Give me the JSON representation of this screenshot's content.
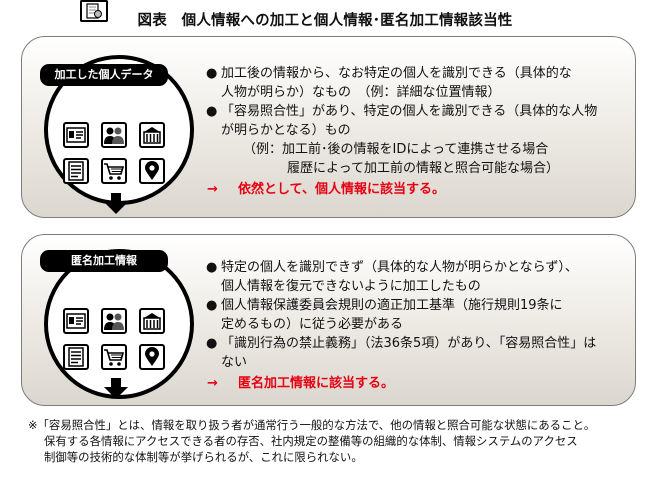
{
  "title": "図表　個人情報への加工と個人情報･匿名加工情報該当性",
  "panels": [
    {
      "tag": "加工した個人データ",
      "lines": [
        {
          "kind": "bullet",
          "mark": "●",
          "text": "加工後の情報から、なお特定の個人を識別できる（具体的な"
        },
        {
          "kind": "sub",
          "text": "人物が明らか）なもの　（例：詳細な位置情報）"
        },
        {
          "kind": "bullet",
          "mark": "●",
          "text": "「容易照合性」があり、特定の個人を識別できる（具体的な人物"
        },
        {
          "kind": "sub",
          "text": "が明らかとなる）もの"
        },
        {
          "kind": "sub2",
          "text": "（例：加工前･後の情報をIDによって連携させる場合"
        },
        {
          "kind": "sub3",
          "text": "履歴によって加工前の情報と照合可能な場合）"
        }
      ],
      "conclusion_arrow": "→",
      "conclusion": "依然として、個人情報に該当する。"
    },
    {
      "tag": "匿名加工情報",
      "lines": [
        {
          "kind": "bullet",
          "mark": "●",
          "text": "特定の個人を識別できず（具体的な人物が明らかとならず）、"
        },
        {
          "kind": "sub",
          "text": "個人情報を復元できないように加工したもの"
        },
        {
          "kind": "bullet",
          "mark": "●",
          "text": "個人情報保護委員会規則の適正加工基準（施行規則19条に"
        },
        {
          "kind": "sub",
          "text": "定めるもの）に従う必要がある"
        },
        {
          "kind": "bullet",
          "mark": "●",
          "text": "「識別行為の禁止義務」（法36条5項）があり、「容易照合性」は"
        },
        {
          "kind": "sub",
          "text": "ない"
        }
      ],
      "conclusion_arrow": "→",
      "conclusion": "匿名加工情報に該当する。"
    }
  ],
  "notes": [
    "※「容易照合性」とは、情報を取り扱う者が通常行う一般的な方法で、他の情報と照合可能な状態にあること。",
    "保有する各情報にアクセスできる者の存否、社内規定の整備等の組織的な体制、情報システムのアクセス",
    "制御等の技術的な体制等が挙げられるが、これに限られない。"
  ],
  "icons": [
    "id-card-icon",
    "people-icon",
    "building-icon",
    "document-icon",
    "shopping-cart-icon",
    "map-pin-icon"
  ],
  "colors": {
    "conclusion": "#e60012",
    "panel_border": "#7d7d7d",
    "tag_bg": "#000000"
  }
}
